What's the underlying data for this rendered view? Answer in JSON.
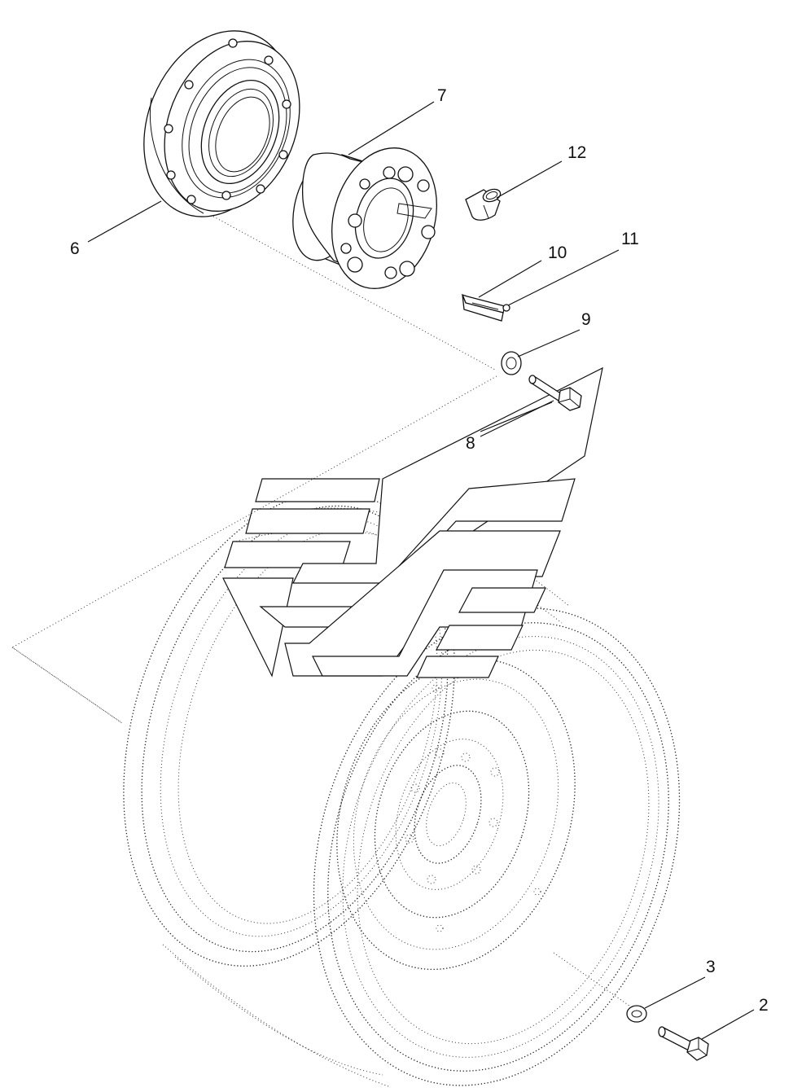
{
  "callouts": {
    "c2": "2",
    "c3": "3",
    "c6": "6",
    "c7": "7",
    "c8": "8",
    "c9": "9",
    "c10": "10",
    "c11": "11",
    "c12": "12"
  },
  "icons": [
    "wheel-hub",
    "hub-adapter",
    "bushing",
    "key",
    "pin",
    "washer",
    "bolt",
    "tire-wheel",
    "watermark-logo"
  ]
}
